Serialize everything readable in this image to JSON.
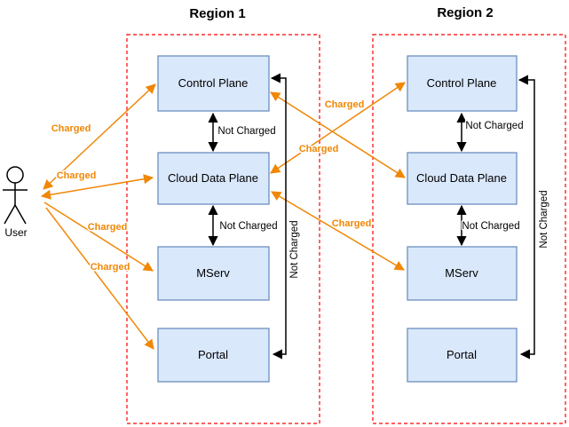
{
  "diagram": {
    "type": "architecture-charging-diagram",
    "actor": {
      "label": "User"
    },
    "regions": [
      {
        "title": "Region 1",
        "nodes": [
          {
            "label": "Control Plane"
          },
          {
            "label": "Cloud Data Plane"
          },
          {
            "label": "MServ"
          },
          {
            "label": "Portal"
          }
        ]
      },
      {
        "title": "Region 2",
        "nodes": [
          {
            "label": "Control Plane"
          },
          {
            "label": "Cloud Data Plane"
          },
          {
            "label": "MServ"
          },
          {
            "label": "Portal"
          }
        ]
      }
    ],
    "edges": {
      "list": [
        {
          "from": "User",
          "to": "Region 1 Control Plane",
          "label": "Charged",
          "bidirectional": true
        },
        {
          "from": "User",
          "to": "Region 1 Cloud Data Plane",
          "label": "Charged",
          "bidirectional": true
        },
        {
          "from": "User",
          "to": "Region 1 MServ",
          "label": "Charged",
          "bidirectional": false
        },
        {
          "from": "User",
          "to": "Region 1 Portal",
          "label": "Charged",
          "bidirectional": false
        },
        {
          "from": "Region 1 Control Plane",
          "to": "Region 2 Cloud Data Plane",
          "label": "Charged",
          "bidirectional": true
        },
        {
          "from": "Region 1 Cloud Data Plane",
          "to": "Region 2 Control Plane",
          "label": "Charged",
          "bidirectional": true
        },
        {
          "from": "Region 1 Cloud Data Plane",
          "to": "Region 2 MServ",
          "label": "Charged",
          "bidirectional": true
        },
        {
          "from": "Region 1 Control Plane",
          "to": "Region 1 Cloud Data Plane",
          "label": "Not Charged",
          "bidirectional": true
        },
        {
          "from": "Region 1 Cloud Data Plane",
          "to": "Region 1 MServ",
          "label": "Not Charged",
          "bidirectional": true
        },
        {
          "from": "Region 1 Control Plane",
          "to": "Region 1 Portal",
          "label": "Not Charged",
          "bidirectional": true
        },
        {
          "from": "Region 2 Control Plane",
          "to": "Region 2 Cloud Data Plane",
          "label": "Not Charged",
          "bidirectional": true
        },
        {
          "from": "Region 2 Cloud Data Plane",
          "to": "Region 2 MServ",
          "label": "Not Charged",
          "bidirectional": true
        },
        {
          "from": "Region 2 Control Plane",
          "to": "Region 2 Portal",
          "label": "Not Charged",
          "bidirectional": true
        }
      ]
    },
    "colors": {
      "charged_accent": "#f08705",
      "not_charged": "#000000",
      "region_border": "#ff0000",
      "node_fill": "#dae8fc",
      "node_border": "#6c8ebf"
    }
  }
}
